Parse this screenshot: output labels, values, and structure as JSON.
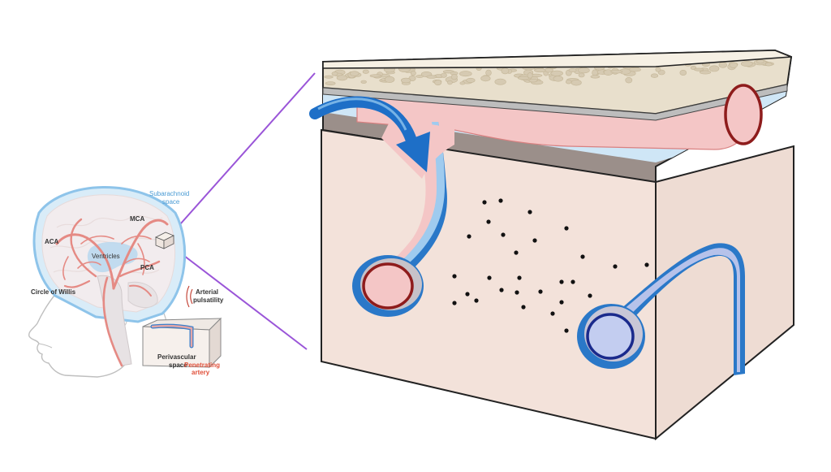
{
  "labels": {
    "subarachnoid_line1": "Subarachnoid",
    "subarachnoid_line2": "space",
    "mca": "MCA",
    "aca": "ACA",
    "ventricles": "Ventricles",
    "pca": "PCA",
    "circle_of_willis": "Circle of Willis",
    "arterial_line1": "Arterial",
    "arterial_line2": "pulsatility",
    "perivascular_line1": "Perivascular",
    "perivascular_line2": "space",
    "penetrating_line1": "Penetrating",
    "penetrating_line2": "artery"
  },
  "colors": {
    "csf_blue": "#2a78c8",
    "csf_light": "#cfe6f6",
    "artery_pink": "#f4c6c6",
    "artery_wall": "#8e1c1c",
    "vein_fill": "#c3cdf0",
    "vein_wall": "#1a2a8c",
    "tissue": "#f3e2da",
    "bone": "#e8dfcc",
    "pia_gray": "#9b8f8a",
    "zoom_line": "#9a55d8"
  },
  "icons": {
    "flow_arrow": "curved-flow-arrow-icon",
    "pulse": "pulsatility-waves-icon"
  }
}
